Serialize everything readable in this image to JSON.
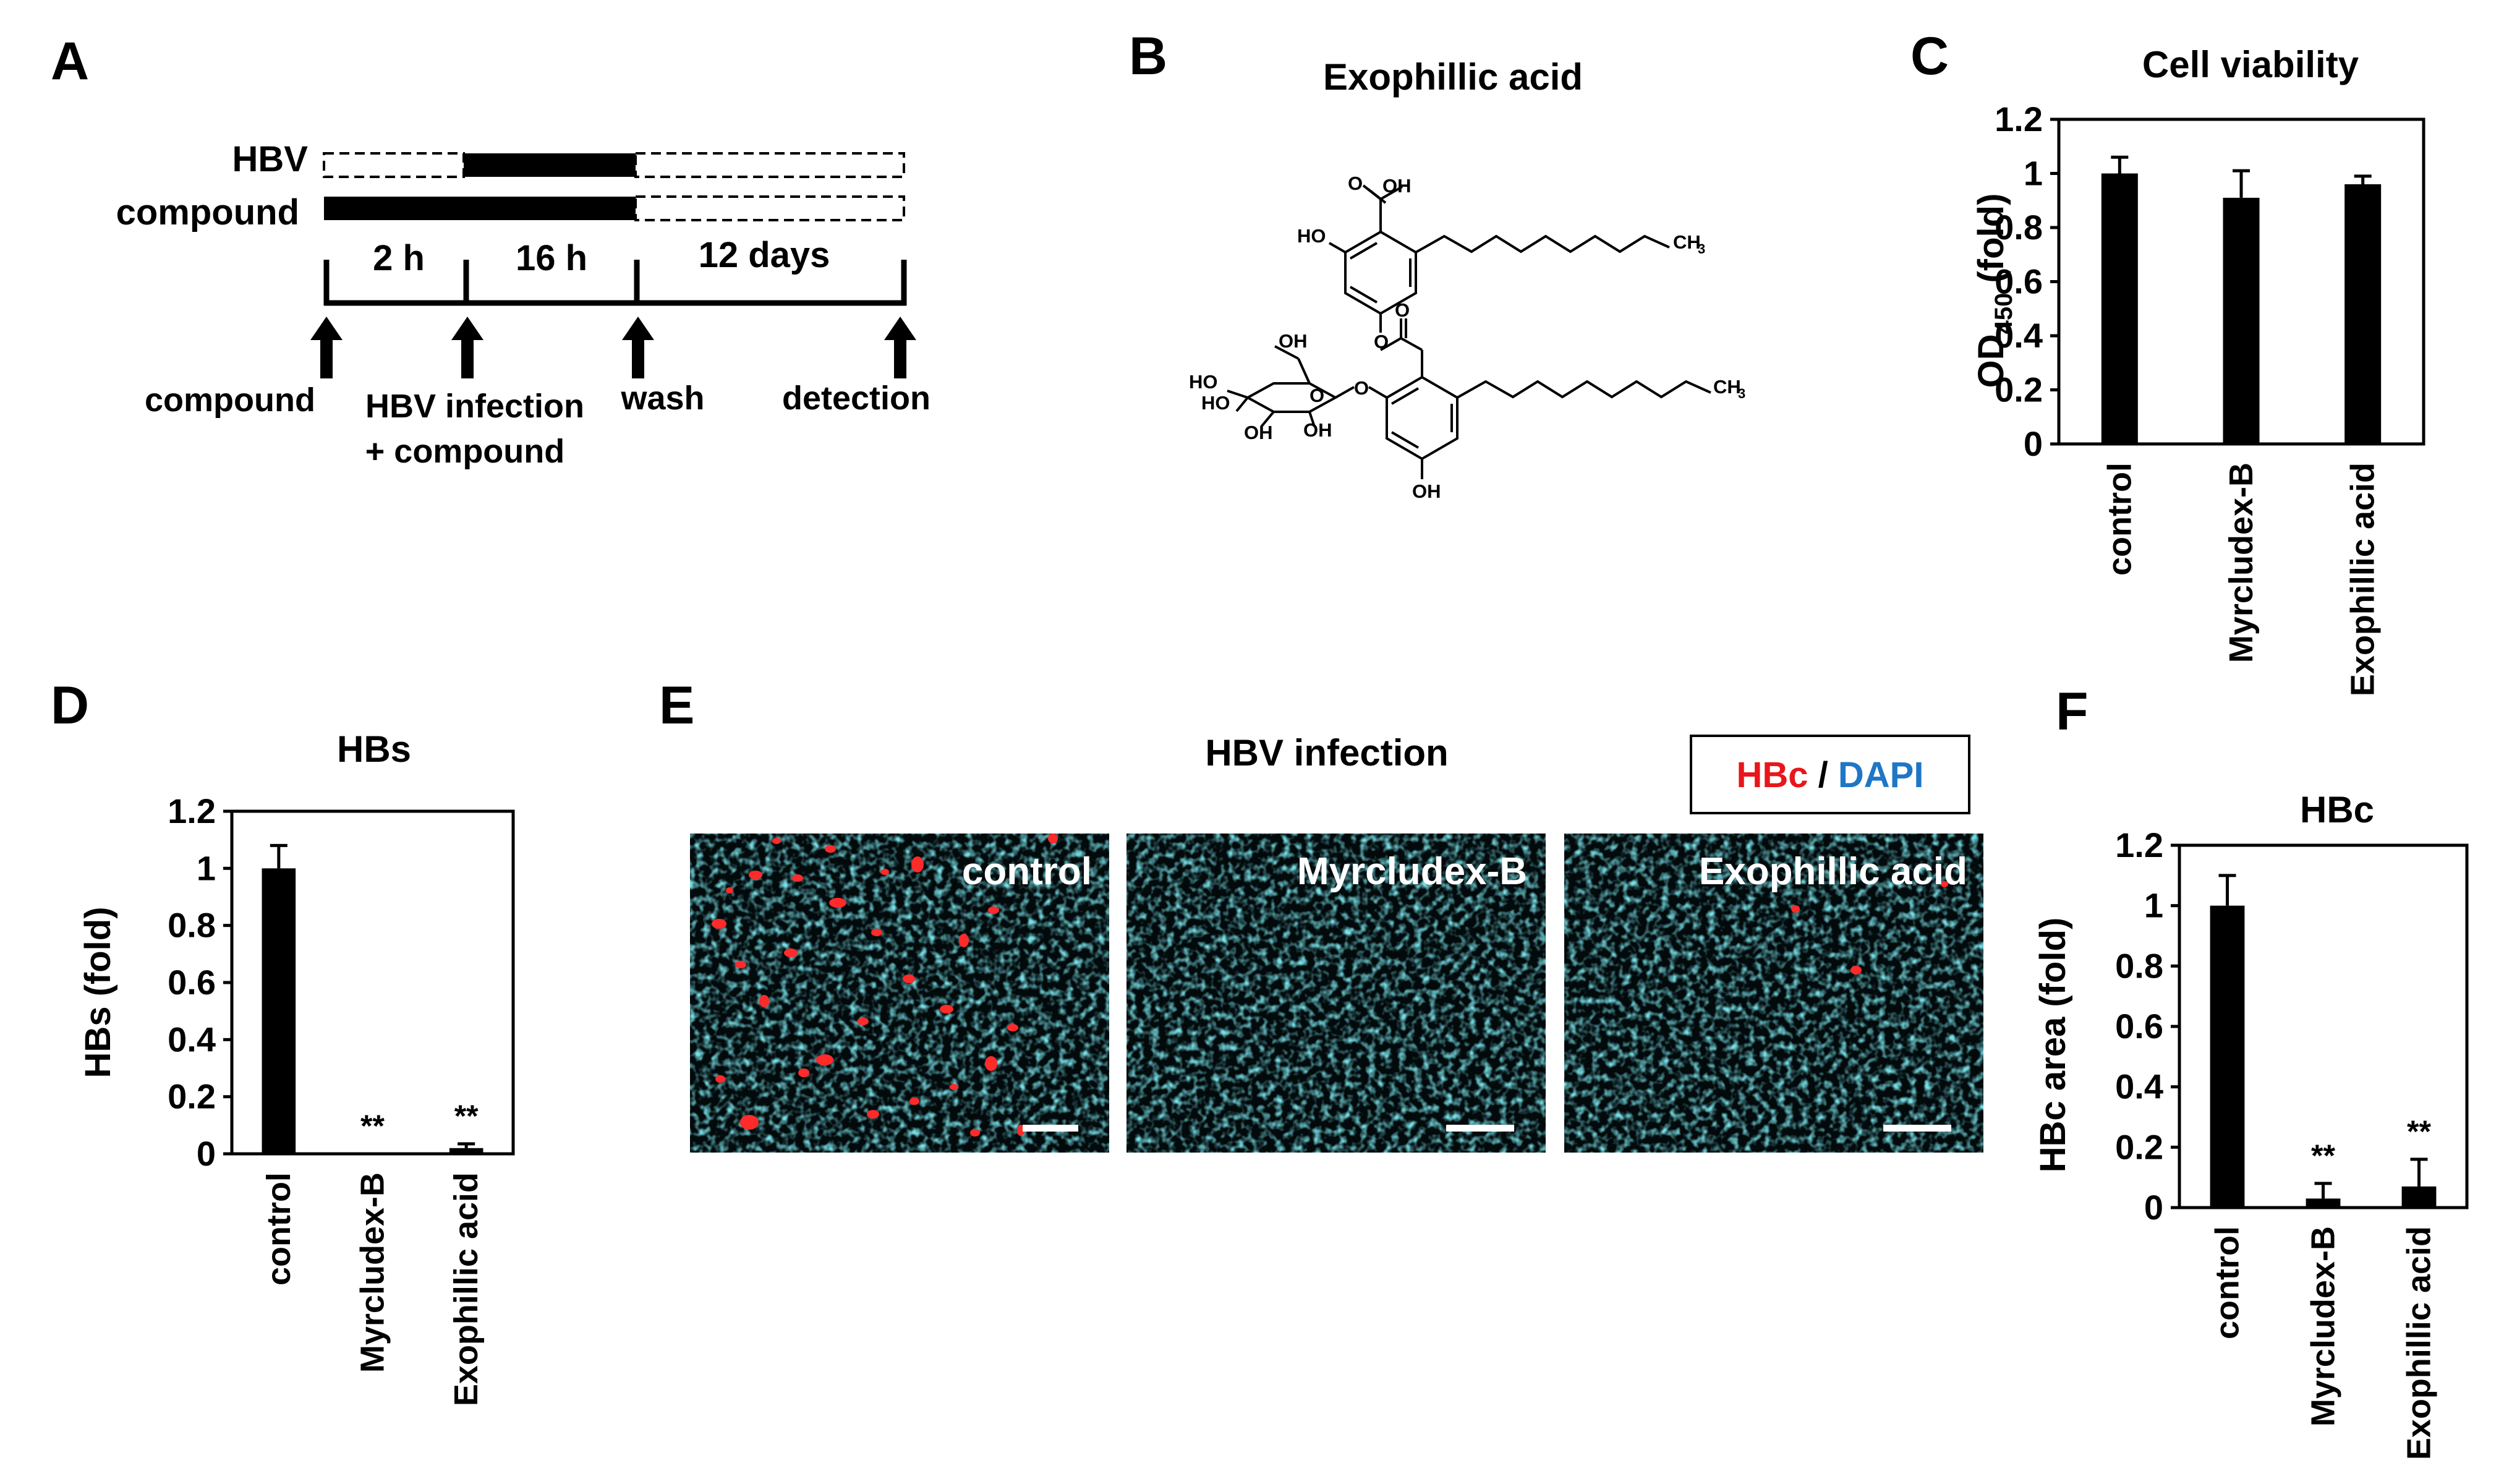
{
  "panels": {
    "A": "A",
    "B": "B",
    "C": "C",
    "D": "D",
    "E": "E",
    "F": "F"
  },
  "timeline": {
    "rows": [
      "HBV",
      "compound"
    ],
    "durations": [
      "2 h",
      "16 h",
      "12 days"
    ],
    "events": [
      "compound",
      "HBV infection",
      "+ compound",
      "wash",
      "detection"
    ]
  },
  "structure": {
    "title": "Exophillic acid",
    "groups": [
      "OH",
      "HO",
      "CH",
      "3",
      "OH",
      "HO",
      "HO",
      "OH",
      "OH",
      "O",
      "O",
      "O",
      "O",
      "O",
      "O"
    ]
  },
  "images": {
    "title": "HBV infection",
    "legend": {
      "hbc": "HBc",
      "slash": " / ",
      "dapi": "DAPI",
      "hbc_color": "#e8161b",
      "dapi_color": "#1f76c6"
    },
    "labels": [
      "control",
      "Myrcludex-B",
      "Exophillic acid"
    ],
    "cell_color": "#2fb8c4",
    "hbc_signal_color": "#ff2a2a"
  },
  "chart_data": [
    {
      "type": "bar",
      "panel": "C",
      "title": "Cell viability",
      "ylabel_parts": [
        "OD",
        "450",
        " (fold)"
      ],
      "categories": [
        "control",
        "Myrcludex-B",
        "Exophillic acid"
      ],
      "values": [
        1.0,
        0.91,
        0.96
      ],
      "errors": [
        0.06,
        0.1,
        0.03
      ],
      "significance": [
        "",
        "",
        ""
      ],
      "ylim": [
        0,
        1.2
      ],
      "yticks": [
        "0",
        "0.2",
        "0.4",
        "0.6",
        "0.8",
        "1",
        "1.2"
      ],
      "bar_color": "#000000"
    },
    {
      "type": "bar",
      "panel": "D",
      "title": "HBs",
      "ylabel": "HBs (fold)",
      "categories": [
        "control",
        "Myrcludex-B",
        "Exophillic acid"
      ],
      "values": [
        1.0,
        0.0,
        0.02
      ],
      "errors": [
        0.08,
        0.0,
        0.015
      ],
      "significance": [
        "",
        "**",
        "**"
      ],
      "ylim": [
        0,
        1.2
      ],
      "yticks": [
        "0",
        "0.2",
        "0.4",
        "0.6",
        "0.8",
        "1",
        "1.2"
      ],
      "bar_color": "#000000"
    },
    {
      "type": "bar",
      "panel": "F",
      "title": "HBc",
      "ylabel": "HBc area (fold)",
      "categories": [
        "control",
        "Myrcludex-B",
        "Exophillic acid"
      ],
      "values": [
        1.0,
        0.03,
        0.07
      ],
      "errors": [
        0.1,
        0.05,
        0.09
      ],
      "significance": [
        "",
        "**",
        "**"
      ],
      "ylim": [
        0,
        1.2
      ],
      "yticks": [
        "0",
        "0.2",
        "0.4",
        "0.6",
        "0.8",
        "1",
        "1.2"
      ],
      "bar_color": "#000000"
    }
  ]
}
